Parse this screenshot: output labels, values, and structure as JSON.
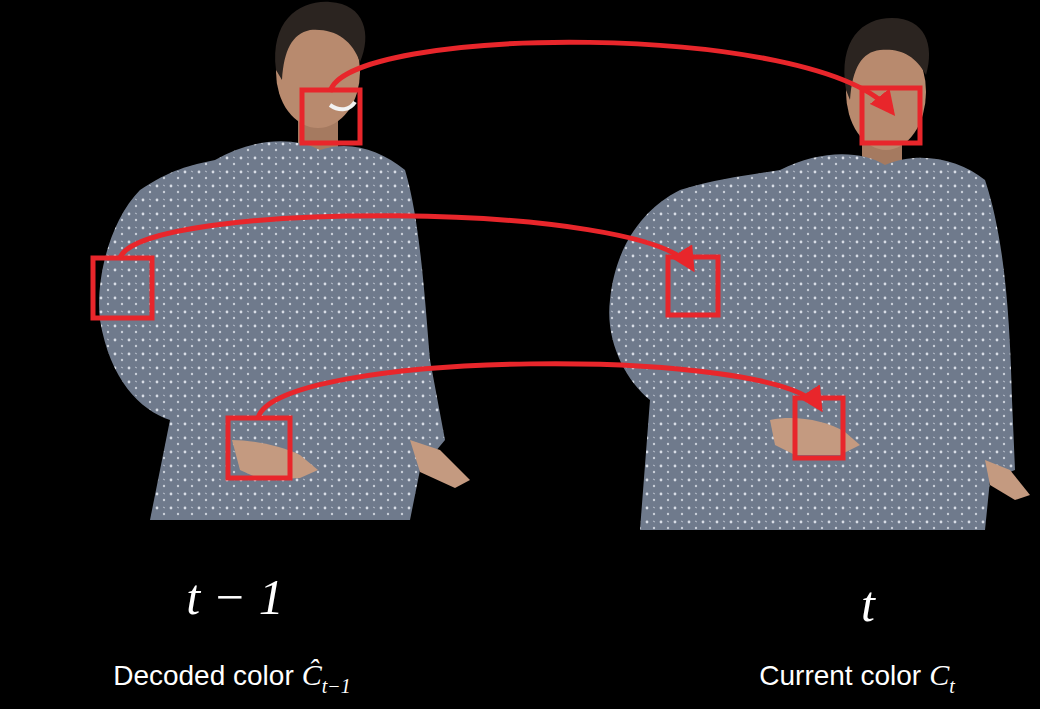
{
  "diagram": {
    "labels": [
      "t − 1",
      "t",
      "Decoded color",
      "Ĉ",
      "t−1",
      "Current color",
      "C",
      "t"
    ]
  }
}
